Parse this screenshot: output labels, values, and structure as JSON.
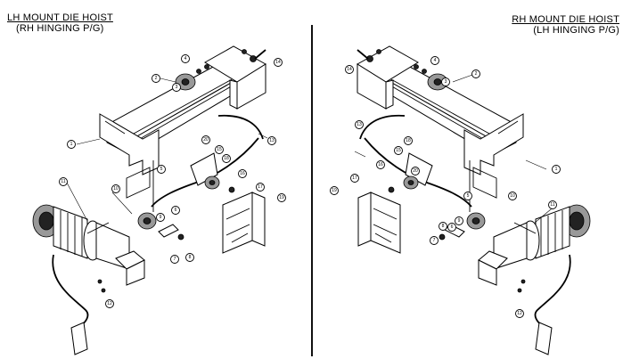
{
  "left_view": {
    "title": "LH MOUNT DIE HOIST",
    "subtitle": "(RH HINGING P/G)",
    "callouts": [
      "1",
      "2",
      "3",
      "4",
      "5",
      "6",
      "7",
      "8",
      "9",
      "10",
      "11",
      "12",
      "13",
      "14",
      "15",
      "16",
      "17",
      "18",
      "19",
      "20"
    ]
  },
  "right_view": {
    "title": "RH MOUNT DIE HOIST",
    "subtitle": "(LH HINGING P/G)",
    "callouts": [
      "1",
      "2",
      "3",
      "4",
      "5",
      "6",
      "7",
      "8",
      "9",
      "10",
      "11",
      "12",
      "13",
      "14",
      "15",
      "16",
      "17",
      "18",
      "19",
      "20"
    ]
  }
}
